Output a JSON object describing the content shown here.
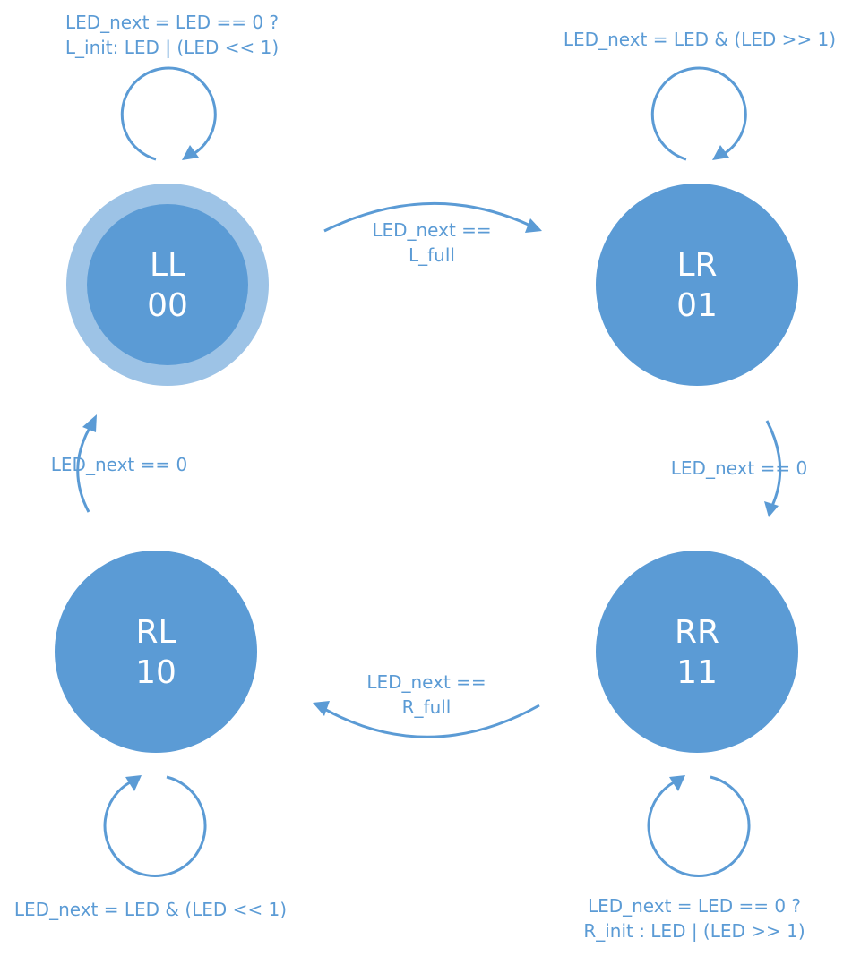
{
  "colors": {
    "state_fill": "#5b9bd5",
    "initial_ring": "#9dc3e6",
    "arrow": "#5b9bd5",
    "state_text": "#ffffff",
    "background": "#ffffff"
  },
  "states": {
    "ll": {
      "name": "LL",
      "code": "00",
      "initial": true
    },
    "lr": {
      "name": "LR",
      "code": "01"
    },
    "rl": {
      "name": "RL",
      "code": "10"
    },
    "rr": {
      "name": "RR",
      "code": "11"
    }
  },
  "transitions": {
    "ll_self": {
      "line1": "LED_next = LED == 0 ?",
      "line2": "L_init: LED | (LED << 1)"
    },
    "lr_self": {
      "line1": "LED_next = LED & (LED >> 1)"
    },
    "ll_to_lr": {
      "line1": "LED_next ==",
      "line2": "L_full"
    },
    "lr_to_rr": {
      "line1": "LED_next == 0"
    },
    "rl_to_ll": {
      "line1": "LED_next == 0"
    },
    "rr_to_rl": {
      "line1": "LED_next ==",
      "line2": "R_full"
    },
    "rl_self": {
      "line1": "LED_next = LED & (LED << 1)"
    },
    "rr_self": {
      "line1": "LED_next = LED == 0 ?",
      "line2": "R_init : LED | (LED >> 1)"
    }
  }
}
